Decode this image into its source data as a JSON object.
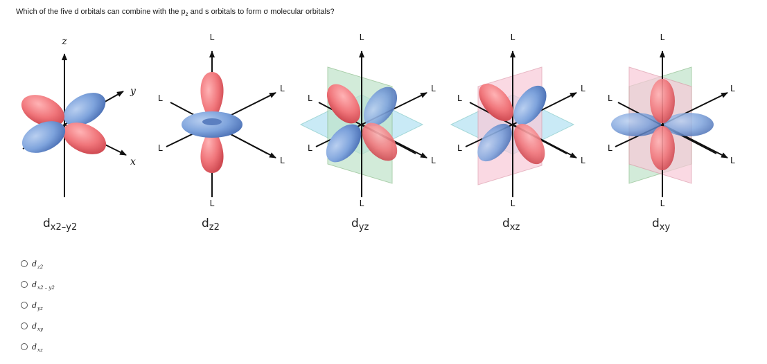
{
  "question": {
    "prefix": "Which of the five d orbitals can combine with the p",
    "pz_sub": "z",
    "middle": " and s orbitals to form ",
    "sigma": "σ",
    "suffix": " molecular orbitals?"
  },
  "figure": {
    "axis_letter": "L",
    "axis_z": "z",
    "axis_y": "y",
    "axis_x": "x",
    "orbitals": [
      {
        "base": "d",
        "sub": "x2–y2"
      },
      {
        "base": "d",
        "sub": "z2"
      },
      {
        "base": "d",
        "sub": "yz"
      },
      {
        "base": "d",
        "sub": "xz"
      },
      {
        "base": "d",
        "sub": "xy"
      }
    ]
  },
  "options": [
    {
      "base": "d",
      "sub": "z2"
    },
    {
      "base": "d",
      "sub": "x2 – y2"
    },
    {
      "base": "d",
      "sub": "yz"
    },
    {
      "base": "d",
      "sub": "xy"
    },
    {
      "base": "d",
      "sub": "xz"
    }
  ],
  "colors": {
    "blue_lobe": "#7ea3dc",
    "red_lobe": "#f0757a",
    "green_plane": "#bfe3c9",
    "cyan_plane": "#b8e3f3",
    "pink_plane": "#f8c9d8"
  }
}
